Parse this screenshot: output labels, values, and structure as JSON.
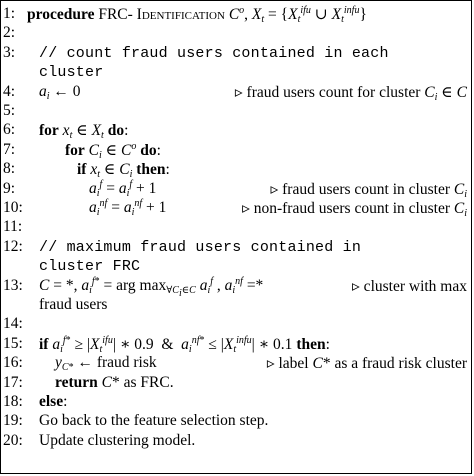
{
  "algorithm": {
    "lines": [
      {
        "num": "1:",
        "html": "<span class=\"kw\">procedure</span> FRC- <span class=\"sc\">Identification</span> <i>C</i><sup><i>o</i></sup>, <i>X</i><sub><i>t</i></sub> = {<i>X</i><sub><i>t</i></sub><sup><i>ifu</i></sup> ∪ <i>X</i><sub><i>t</i></sub><sup><i>infu</i></sup>}",
        "indent": 24,
        "comment": ""
      },
      {
        "num": "2:",
        "html": "",
        "indent": 24,
        "comment": ""
      },
      {
        "num": "3:",
        "html": "<span class=\"cmt\">// count fraud users contained in each</span>",
        "indent": 36,
        "comment": ""
      },
      {
        "num": "",
        "html": "<span class=\"cmt\">cluster</span>",
        "indent": 36,
        "comment": ""
      },
      {
        "num": "4:",
        "html": "<i>a</i><sub><i>i</i></sub> ← 0",
        "indent": 36,
        "comment": "▹ fraud users count for cluster <i>C</i><sub><i>i</i></sub> ∈ <i>C</i>"
      },
      {
        "num": "5:",
        "html": "",
        "indent": 24,
        "comment": ""
      },
      {
        "num": "6:",
        "html": "<span class=\"kw\">for</span> <i>x</i><sub><i>t</i></sub> ∈ <i>X</i><sub><i>t</i></sub> <span class=\"kw\">do</span>:",
        "indent": 36,
        "comment": ""
      },
      {
        "num": "7:",
        "html": "<span class=\"kw\">for</span> <i>C</i><sub><i>i</i></sub> ∈ <i>C</i><sup><i>o</i></sup> <span class=\"kw\">do</span>:",
        "indent": 62,
        "comment": ""
      },
      {
        "num": "8:",
        "html": "<span class=\"kw\">if</span> <i>x</i><sub><i>t</i></sub> ∈ <i>C</i><sub><i>i</i></sub> <span class=\"kw\">then</span>:",
        "indent": 74,
        "comment": ""
      },
      {
        "num": "9:",
        "html": "<i>a</i><sub><i>i</i></sub><sup><i>f</i></sup> = <i>a</i><sub><i>i</i></sub><sup><i>f</i></sup> + 1",
        "indent": 86,
        "comment": "▹ fraud users count in cluster <i>C</i><sub><i>i</i></sub>"
      },
      {
        "num": "10:",
        "html": "<i>a</i><sub><i>i</i></sub><sup><i>nf</i></sup> = <i>a</i><sub><i>i</i></sub><sup><i>nf</i></sup> + 1",
        "indent": 86,
        "comment": "▹ non-fraud users count in cluster <i>C</i><sub><i>i</i></sub>"
      },
      {
        "num": "11:",
        "html": "",
        "indent": 24,
        "comment": ""
      },
      {
        "num": "12:",
        "html": "<span class=\"cmt\">// maximum fraud users contained in</span>",
        "indent": 36,
        "comment": ""
      },
      {
        "num": "",
        "html": "<span class=\"cmt\">cluster FRC</span>",
        "indent": 36,
        "comment": ""
      },
      {
        "num": "13:",
        "html": "<i>C</i> = *, <i>a</i><sub><i>i</i></sub><sup><i>f</i>*</sup> = arg max<sub>∀<i>C</i><sub><i>i</i></sub>∈<i>C</i></sub> <i>a</i><sub><i>i</i></sub><sup><i>f</i></sup> , <i>a</i><sub><i>i</i></sub><sup><i>nf</i></sup> =*",
        "indent": 36,
        "comment": "▹ cluster with max"
      },
      {
        "num": "",
        "html": "fraud users",
        "indent": 36,
        "comment": ""
      },
      {
        "num": "14:",
        "html": "",
        "indent": 24,
        "comment": ""
      },
      {
        "num": "15:",
        "html": "<span class=\"kw\">if</span> <i>a</i><sub><i>i</i></sub><sup><i>f</i>*</sup> ≥ |<i>X</i><sub><i>t</i></sub><sup><i>ifu</i></sup>| ∗ 0.9 &nbsp;&amp;&nbsp; <i>a</i><sub><i>i</i></sub><sup><i>nf</i>*</sup> ≤ |<i>X</i><sub><i>t</i></sub><sup><i>infu</i></sup>| ∗ 0.1 <span class=\"kw\">then</span>:",
        "indent": 36,
        "comment": ""
      },
      {
        "num": "16:",
        "html": "<i>y</i><sub><i>C</i>*</sub> ← fraud risk",
        "indent": 52,
        "comment": "▹ label <i>C</i>* as a fraud risk cluster"
      },
      {
        "num": "17:",
        "html": "<span class=\"kw\">return</span> <i>C</i>* as FRC.",
        "indent": 52,
        "comment": ""
      },
      {
        "num": "18:",
        "html": "<span class=\"kw\">else</span>:",
        "indent": 36,
        "comment": ""
      },
      {
        "num": "19:",
        "html": "Go back to the feature selection step.",
        "indent": 36,
        "comment": ""
      },
      {
        "num": "20:",
        "html": "Update clustering model.",
        "indent": 36,
        "comment": ""
      }
    ]
  }
}
